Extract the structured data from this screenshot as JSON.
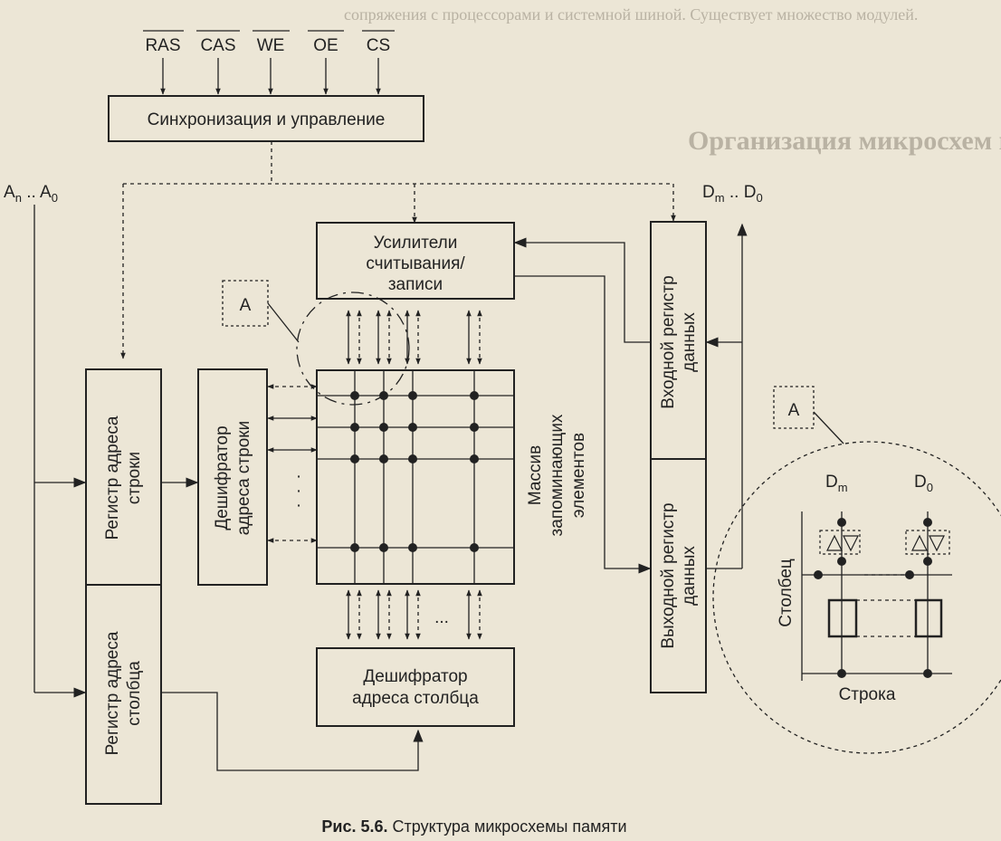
{
  "signals": [
    "RAS",
    "CAS",
    "WE",
    "OE",
    "CS"
  ],
  "address_bus": "A",
  "address_bus_from": "n",
  "address_bus_to": "0",
  "address_bus_sep": " .. ",
  "data_bus": "D",
  "data_bus_from": "m",
  "data_bus_to": "0",
  "data_bus_sep": " .. ",
  "blocks": {
    "sync": "Синхронизация и управление",
    "amplifiers": [
      "Усилители",
      "считывания/",
      "записи"
    ],
    "row_register": [
      "Регистр адреса",
      "строки"
    ],
    "col_register": [
      "Регистр адреса",
      "столбца"
    ],
    "row_decoder": [
      "Дешифратор",
      "адреса строки"
    ],
    "col_decoder": [
      "Дешифратор",
      "адреса столбца"
    ],
    "array": [
      "Массив",
      "запоминающих",
      "элементов"
    ],
    "input_register": [
      "Входной регистр",
      "данных"
    ],
    "output_register": [
      "Выходной регистр",
      "данных"
    ]
  },
  "callout": {
    "marker": "A",
    "dm": "D",
    "dm_sub": "m",
    "d0": "D",
    "d0_sub": "0",
    "column": "Столбец",
    "row": "Строка"
  },
  "ellipsis": "...",
  "caption_label": "Рис. 5.6.",
  "caption_text": "Структура микросхемы памяти",
  "page_text": {
    "line1": "сопряжения с процессорами и системной шиной. Существует множество модулей.",
    "line2": "Организация микросхем памяти"
  }
}
